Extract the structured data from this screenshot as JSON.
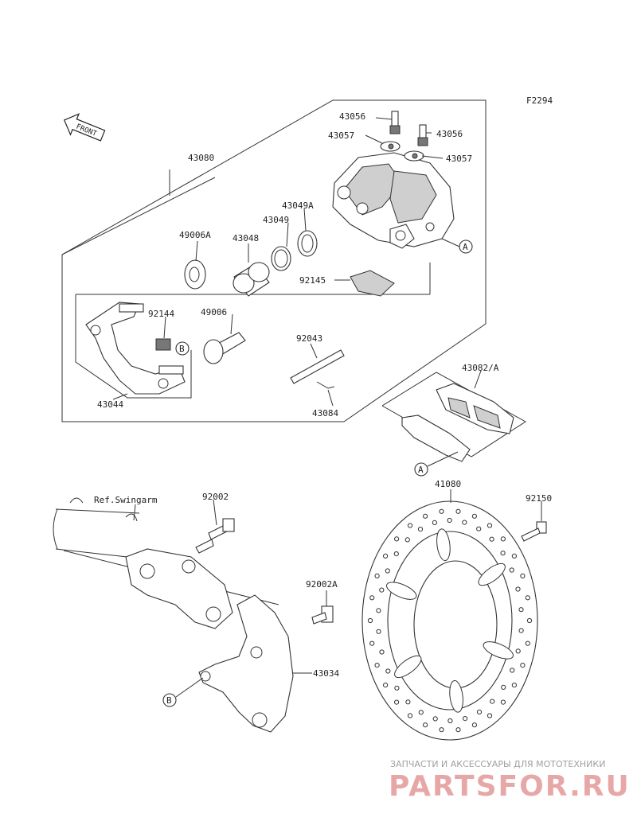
{
  "figure_code": "F2294",
  "front_badge": "FRONT",
  "ref_label": "Ref.Swingarm",
  "callouts": {
    "A": "A",
    "B": "B"
  },
  "parts": {
    "p43056a": "43056",
    "p43056b": "43056",
    "p43057a": "43057",
    "p43057b": "43057",
    "p43080": "43080",
    "p43049a": "43049A",
    "p43049": "43049",
    "p43048": "43048",
    "p49006a": "49006A",
    "p92145": "92145",
    "p92144": "92144",
    "p49006": "49006",
    "p92043": "92043",
    "p43044": "43044",
    "p43084": "43084",
    "p43082": "43082/A",
    "p92002": "92002",
    "p41080": "41080",
    "p92150": "92150",
    "p92002a": "92002A",
    "p43034": "43034"
  },
  "watermark": {
    "tagline": "ЗАПЧАСТИ И АКСЕССУАРЫ ДЛЯ МОТОТЕХНИКИ",
    "logo": "PARTSFOR.RU"
  }
}
